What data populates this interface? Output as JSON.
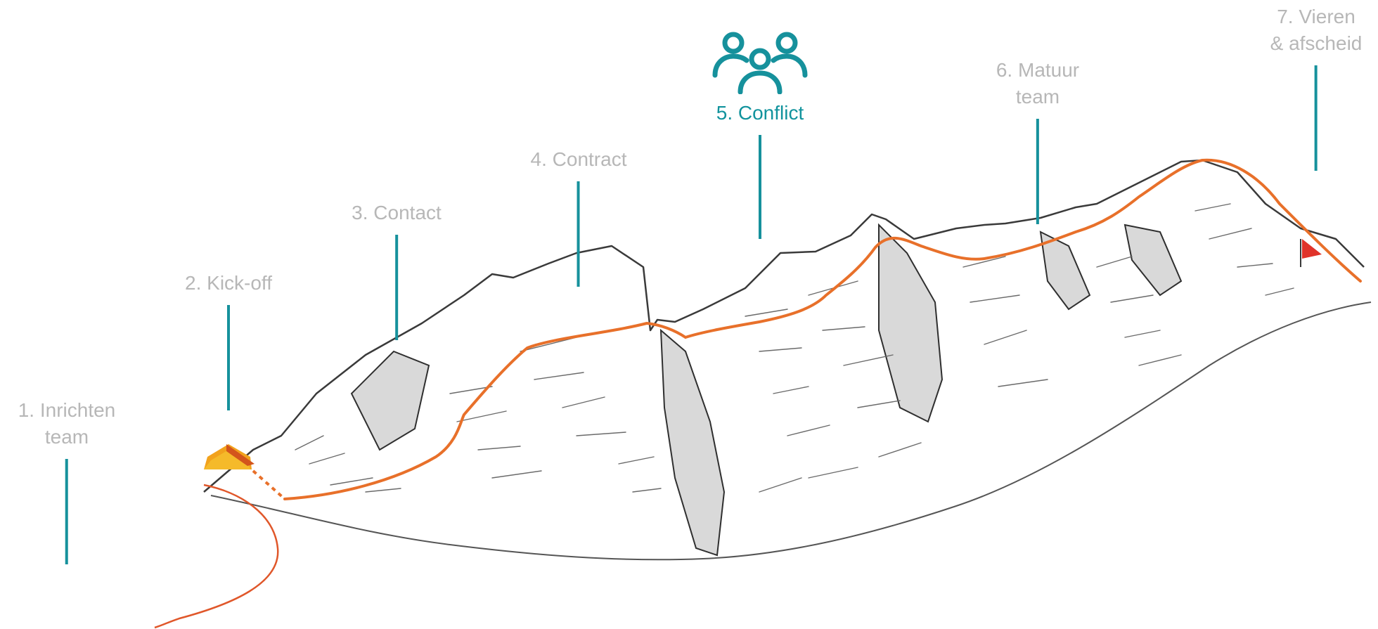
{
  "colors": {
    "accent": "#16919c",
    "active_label": "#11939d",
    "inactive_label": "#b7b7b7",
    "route": "#e8702a",
    "base_hut": "#f2a21c",
    "summit_flag": "#e0332a",
    "sketch": "#3a3a3a"
  },
  "stages": [
    {
      "id": "inrichten",
      "lines": [
        "1. Inrichten",
        "team"
      ],
      "active": false
    },
    {
      "id": "kickoff",
      "lines": [
        "2. Kick-off"
      ],
      "active": false
    },
    {
      "id": "contact",
      "lines": [
        "3. Contact"
      ],
      "active": false
    },
    {
      "id": "contract",
      "lines": [
        "4. Contract"
      ],
      "active": false
    },
    {
      "id": "conflict",
      "lines": [
        "5. Conflict"
      ],
      "active": true,
      "icon": "team-icon"
    },
    {
      "id": "matuur",
      "lines": [
        "6. Matuur",
        "team"
      ],
      "active": false
    },
    {
      "id": "vieren",
      "lines": [
        "7. Vieren",
        "& afscheid"
      ],
      "active": false
    }
  ]
}
